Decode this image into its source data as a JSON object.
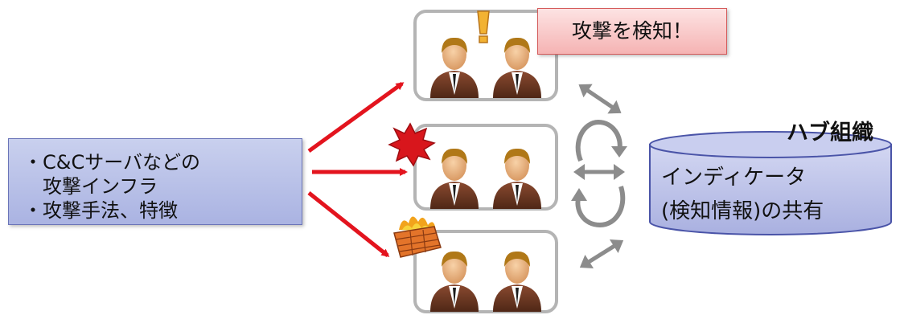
{
  "attacker": {
    "lines": [
      "・C&Cサーバなどの",
      "　攻撃インフラ",
      "・攻撃手法、特徴"
    ]
  },
  "alert": {
    "label": "攻撃を検知！"
  },
  "hub": {
    "title": "ハブ組織",
    "lines": [
      "インディケータ",
      "(検知情報)の共有"
    ]
  },
  "colors": {
    "arrow_red": "#e3141e",
    "arrow_gray": "#8c8c8c",
    "org_box_border": "#b4b4b4",
    "attacker_box_fill": "#b6bde8",
    "hub_fill": "#b9bfe8",
    "alert_fill": "#f8c3c3"
  },
  "icons": [
    "person-icon",
    "exclamation-icon",
    "explosion-icon",
    "firewall-icon",
    "hacker-icon",
    "cycle-arrow-icon",
    "double-arrow-icon"
  ]
}
